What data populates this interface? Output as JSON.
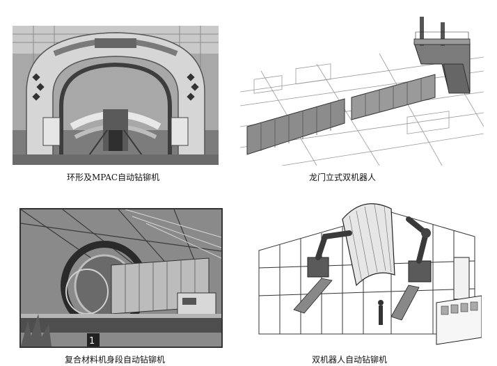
{
  "figures": [
    {
      "caption": "环形及MPAC自动钻铆机",
      "subject": "ring-frame-mpac-drilling-riveting-machine-photo"
    },
    {
      "caption": "龙门立式双机器人",
      "subject": "gantry-vertical-dual-robot-drawing"
    },
    {
      "caption": "复合材料机身段自动钻铆机",
      "subject": "composite-fuselage-drilling-riveting-machine-photo"
    },
    {
      "caption": "双机器人自动钻铆机",
      "subject": "dual-robot-drilling-riveting-machine-drawing"
    }
  ],
  "photo_marks": {
    "station_number": "1"
  }
}
